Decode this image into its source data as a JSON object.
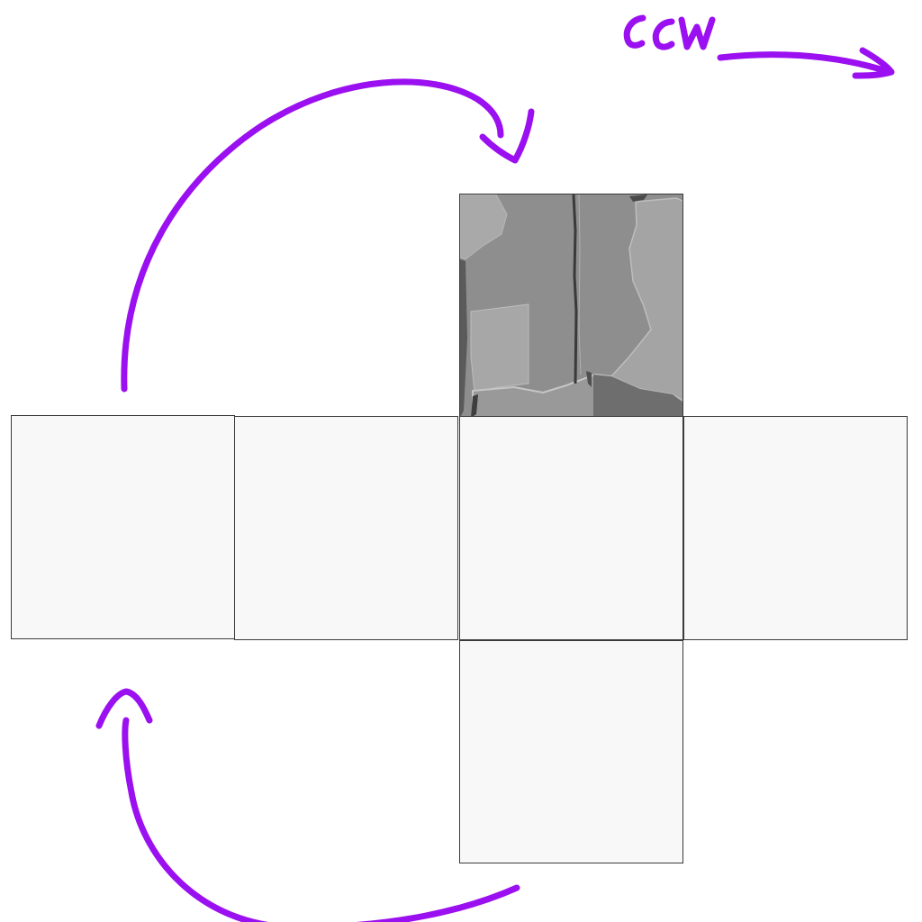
{
  "annotation": {
    "label": "ccw",
    "stroke_color": "#9b10f0"
  },
  "cube_net": {
    "face_fill": "#f8f8f8",
    "face_border": "#3a3a3a",
    "textured_face": "top",
    "texture_palette": [
      "#8e8e8e",
      "#a9a9a9",
      "#7a7a7a",
      "#6e6e6e",
      "#4a4a4a",
      "#c8c8c8"
    ],
    "faces": [
      "top",
      "left",
      "back",
      "front",
      "right",
      "bottom"
    ]
  }
}
